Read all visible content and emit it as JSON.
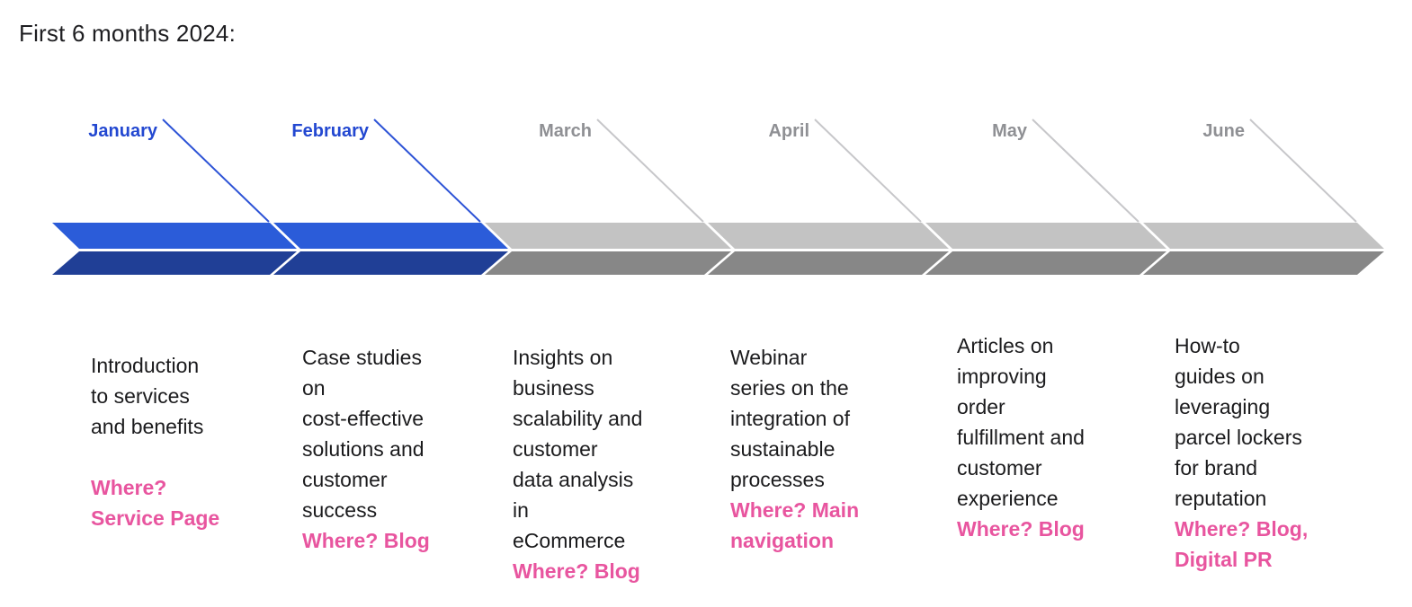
{
  "title": "First 6 months 2024:",
  "colors": {
    "active_segment_top": "#2b5cd9",
    "active_segment_bottom": "#203f96",
    "active_label": "#2348d1",
    "active_line": "#2d53d6",
    "upcoming_segment_top": "#c3c3c3",
    "upcoming_segment_bottom": "#878787",
    "upcoming_label": "#8f9094",
    "upcoming_line": "#c7c7ca",
    "accent_pink": "#e8559f",
    "text_dark": "#1b1b1d"
  },
  "months": [
    {
      "label": "January",
      "active": true,
      "top_color": "#2b5cd9",
      "bottom_color": "#203f96",
      "label_color": "#2348d1",
      "line_color": "#2d53d6"
    },
    {
      "label": "February",
      "active": true,
      "top_color": "#2b5cd9",
      "bottom_color": "#203f96",
      "label_color": "#2348d1",
      "line_color": "#2d53d6"
    },
    {
      "label": "March",
      "active": false,
      "top_color": "#c3c3c3",
      "bottom_color": "#878787",
      "label_color": "#8f9094",
      "line_color": "#c7c7ca"
    },
    {
      "label": "April",
      "active": false,
      "top_color": "#c3c3c3",
      "bottom_color": "#878787",
      "label_color": "#8f9094",
      "line_color": "#c7c7ca"
    },
    {
      "label": "May",
      "active": false,
      "top_color": "#c3c3c3",
      "bottom_color": "#878787",
      "label_color": "#8f9094",
      "line_color": "#c7c7ca"
    },
    {
      "label": "June",
      "active": false,
      "top_color": "#c3c3c3",
      "bottom_color": "#878787",
      "label_color": "#8f9094",
      "line_color": "#c7c7ca"
    }
  ],
  "columns": [
    {
      "month": "January",
      "description": "Introduction to services and benefits",
      "desc_lines": [
        "Introduction",
        "to services",
        "and benefits"
      ],
      "where": "Where? Service Page",
      "where_lines": [
        "Where?",
        "Service Page"
      ]
    },
    {
      "month": "February",
      "description": "Case studies on cost-effective solutions and customer success",
      "desc_lines": [
        "Case studies",
        "on",
        "cost-effective",
        "solutions and",
        "customer",
        "success"
      ],
      "where": "Where? Blog",
      "where_lines": [
        "Where? Blog"
      ]
    },
    {
      "month": "March",
      "description": "Insights on business scalability and customer data analysis in eCommerce",
      "desc_lines": [
        "Insights on",
        "business",
        "scalability and",
        "customer",
        "data analysis",
        "in",
        "eCommerce"
      ],
      "where": "Where? Blog",
      "where_lines": [
        "Where? Blog"
      ]
    },
    {
      "month": "April",
      "description": "Webinar series on the integration of sustainable processes",
      "desc_lines": [
        "Webinar",
        "series on the",
        "integration of",
        "sustainable",
        "processes"
      ],
      "where": "Where? Main navigation",
      "where_lines": [
        "Where? Main",
        "navigation"
      ]
    },
    {
      "month": "May",
      "description": "Articles on improving order fulfillment and customer experience",
      "desc_lines": [
        "Articles on",
        "improving",
        "order",
        "fulfillment and",
        "customer",
        "experience"
      ],
      "where": "Where? Blog",
      "where_lines": [
        "Where? Blog"
      ]
    },
    {
      "month": "June",
      "description": "How-to guides on leveraging parcel lockers for brand reputation",
      "desc_lines": [
        "How-to",
        "guides on",
        "leveraging",
        "parcel lockers",
        "for brand",
        "reputation"
      ],
      "where": "Where? Blog, Digital PR",
      "where_lines": [
        "Where? Blog,",
        "Digital PR"
      ]
    }
  ]
}
